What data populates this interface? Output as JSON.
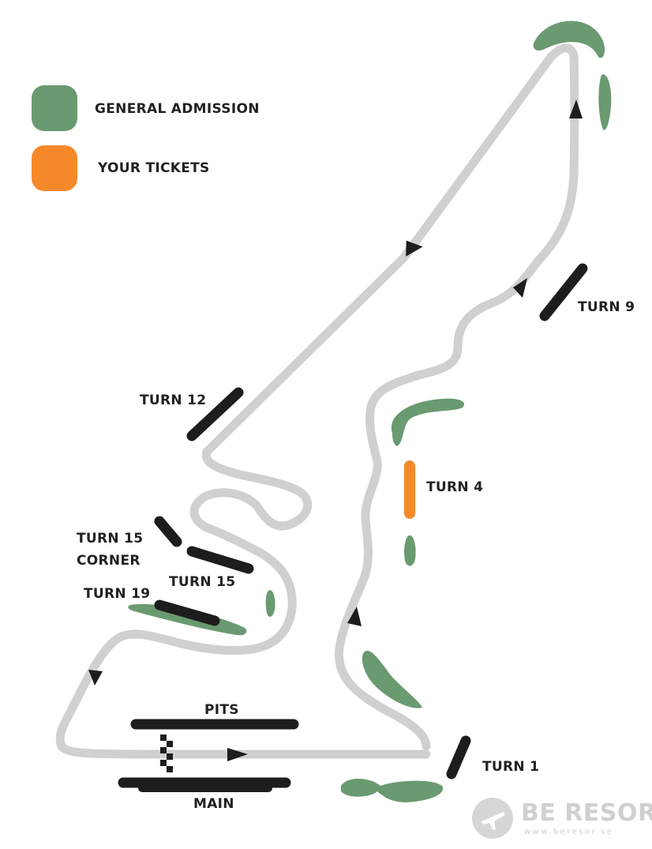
{
  "legend": {
    "items": [
      {
        "label": "GENERAL ADMISSION",
        "color": "#6a9a70"
      },
      {
        "label": "YOUR TICKETS",
        "color": "#f5892a"
      }
    ]
  },
  "colors": {
    "track": "#d0d0d0",
    "stand": "#1d1d1d",
    "general_admission": "#6a9a70",
    "your_tickets": "#f5892a"
  },
  "labels": {
    "turn9": "TURN 9",
    "turn12": "TURN 12",
    "turn4": "TURN 4",
    "turn15_corner_line1": "TURN 15",
    "turn15_corner_line2": "CORNER",
    "turn15": "TURN 15",
    "turn19": "TURN 19",
    "pits": "PITS",
    "main": "MAIN",
    "turn1": "TURN 1"
  },
  "logo": {
    "name": "BE RESOR",
    "url": "www.beresor.se"
  }
}
